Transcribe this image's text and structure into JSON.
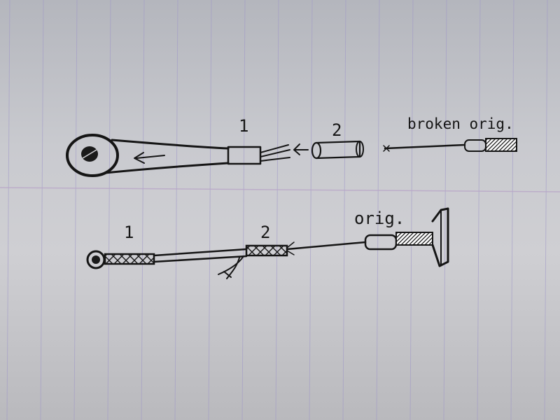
{
  "labels": {
    "top_part1": "1",
    "top_part2": "2",
    "top_broken": "broken orig.",
    "bottom_part1": "1",
    "bottom_part2": "2",
    "bottom_orig": "orig."
  },
  "colors": {
    "ink": "#151515",
    "rule_line": "#9e96c8",
    "margin_line": "#b9a6c8"
  }
}
